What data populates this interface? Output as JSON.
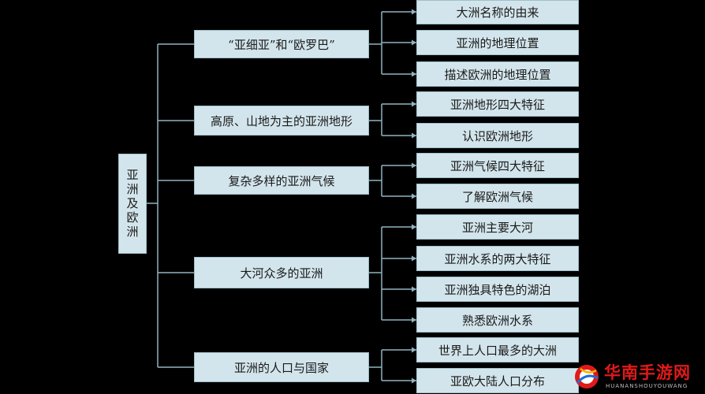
{
  "root": {
    "label": "亚洲及欧洲"
  },
  "branches": [
    {
      "label": "“亚细亚”和“欧罗巴”",
      "children": [
        "大洲名称的由来",
        "亚洲的地理位置",
        "描述欧洲的地理位置"
      ]
    },
    {
      "label": "高原、山地为主的亚洲地形",
      "children": [
        "亚洲地形四大特征",
        "认识欧洲地形"
      ]
    },
    {
      "label": "复杂多样的亚洲气候",
      "children": [
        "亚洲气候四大特征",
        "了解欧洲气候"
      ]
    },
    {
      "label": "大河众多的亚洲",
      "children": [
        "亚洲主要大河",
        "亚洲水系的两大特征",
        "亚洲独具特色的湖泊",
        "熟悉欧洲水系"
      ]
    },
    {
      "label": "亚洲的人口与国家",
      "children": [
        "世界上人口最多的大洲",
        "亚欧大陆人口分布"
      ]
    }
  ],
  "watermark": {
    "title": "华南手游网",
    "subtitle": "HUANANSHOUYOUWANG"
  },
  "colors": {
    "background": "#000000",
    "box_fill": "#d3e5ec",
    "connector": "#8fb4c0",
    "watermark": "#e01a1a"
  }
}
